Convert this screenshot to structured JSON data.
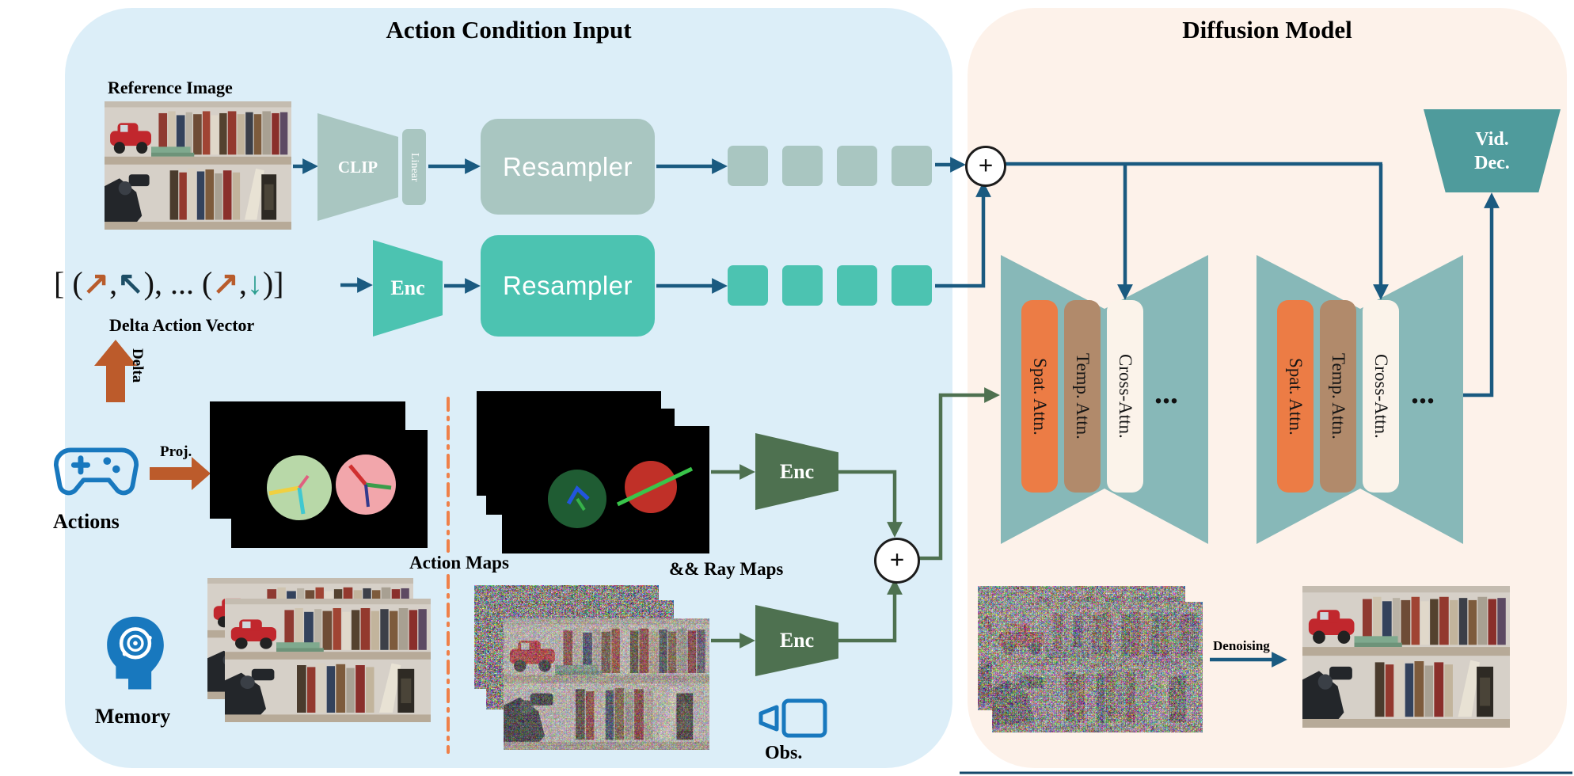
{
  "colors": {
    "left_panel_bg": "#dceef8",
    "right_panel_bg": "#fdf2ea",
    "sage": "#a9c6c1",
    "turquoise": "#4cc3b1",
    "dark_green": "#4e7150",
    "steel_blue": "#1a5a80",
    "orange_arrow": "#bc5b2b",
    "divider_orange": "#ef8049",
    "block_teal": "#87b8b8",
    "vid_dec_teal": "#4f9b9c",
    "spat_bar": "#ec7c45",
    "temp_bar": "#b18a6b",
    "cross_bar": "#fbf3ea",
    "icon_blue": "#1878be"
  },
  "left_panel": {
    "title": "Action Condition Input",
    "reference_image_label": "Reference Image",
    "clip_label": "CLIP",
    "linear_label": "Linear",
    "resampler_top_label": "Resampler",
    "resampler_bottom_label": "Resampler",
    "delta_vector": {
      "prefix": "[ (",
      "arrow1": "↗",
      "comma1": ",",
      "arrow2": "↖",
      "middle": "), ... (",
      "arrow3": "↗",
      "comma2": ",",
      "arrow4": "↓",
      "suffix": ")]",
      "caption": "Delta Action Vector"
    },
    "enc_action_label": "Enc",
    "delta_arrow_label": "Delta",
    "proj_label": "Proj.",
    "actions_label": "Actions",
    "action_maps_label": "Action Maps",
    "ray_maps_label": "&& Ray Maps",
    "enc_maps_label": "Enc",
    "enc_obs_label": "Enc",
    "memory_label": "Memory",
    "obs_label": "Obs.",
    "sum_top_symbol": "+",
    "sum_bottom_symbol": "+"
  },
  "right_panel": {
    "title": "Diffusion Model",
    "blocks": [
      {
        "bars": [
          "Spat. Attn.",
          "Temp. Attn.",
          "Cross-Attn."
        ],
        "ellipsis": "..."
      },
      {
        "bars": [
          "Spat. Attn.",
          "Temp. Attn.",
          "Cross-Attn."
        ],
        "ellipsis": "..."
      }
    ],
    "vid_dec_line1": "Vid.",
    "vid_dec_line2": "Dec.",
    "denoising_label": "Denoising"
  }
}
